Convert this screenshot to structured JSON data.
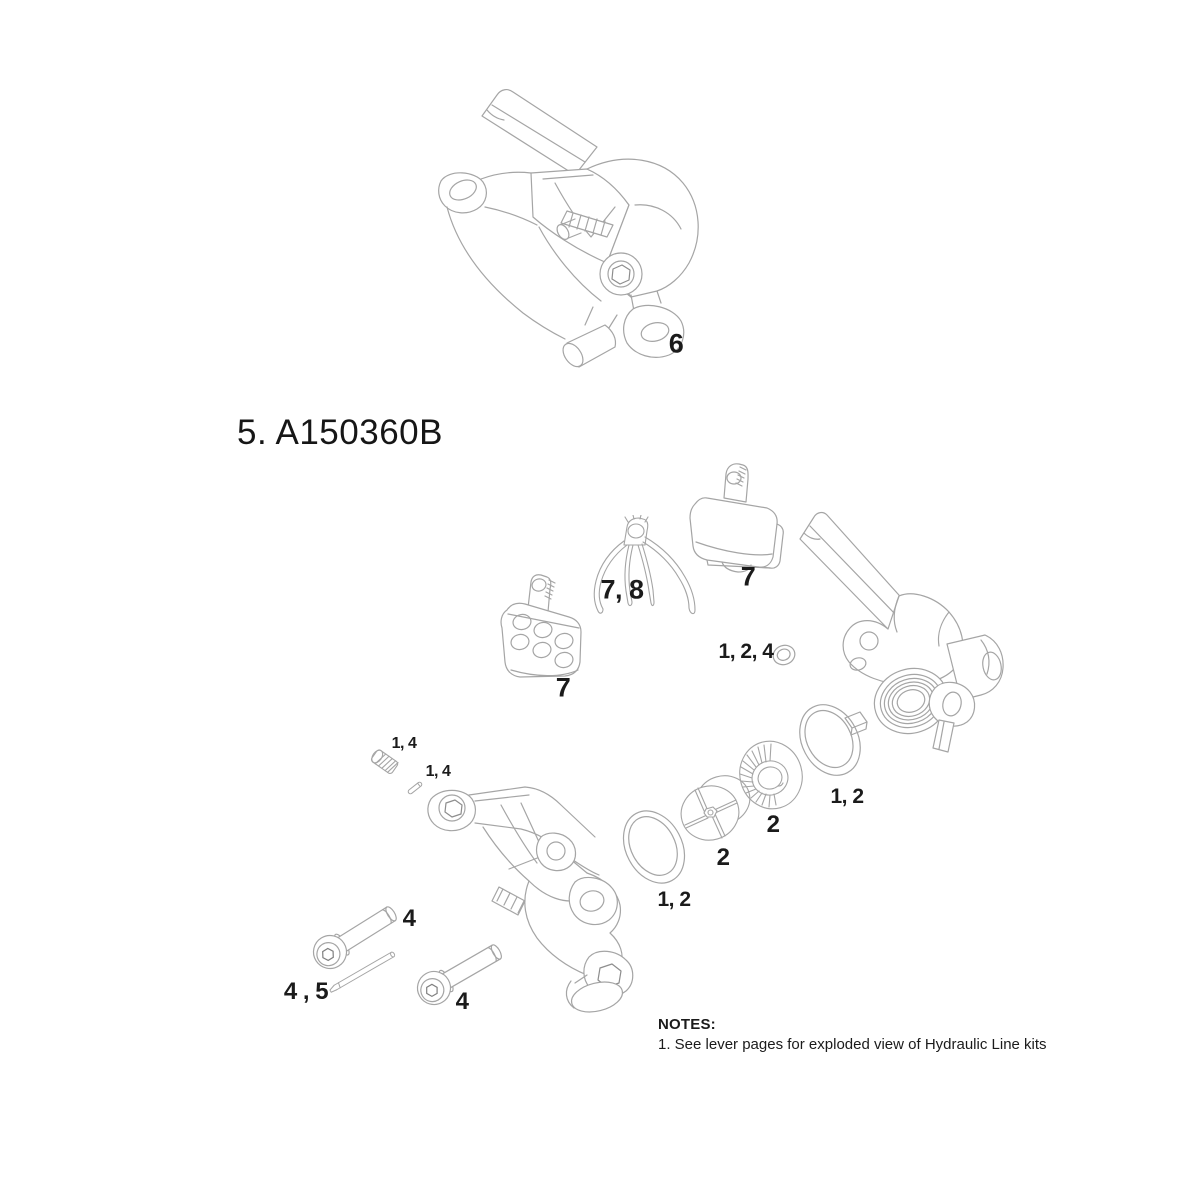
{
  "diagram": {
    "title": "5. A150360B",
    "callouts": {
      "caliper_assembly": "6",
      "pad_spring_clip": "7, 8",
      "brake_pad_right": "7",
      "brake_pad_left": "7",
      "bore_oring_small": "1, 2, 4",
      "piston_oring_right": "1, 2",
      "piston_ribbed": "2",
      "piston_smooth": "2",
      "piston_oring_left": "1, 2",
      "bleed_screw": "1, 4",
      "dowel_pin": "1, 4",
      "caliper_bolt_upper": "4",
      "pad_pin": "4 , 5",
      "caliper_bolt_lower": "4"
    },
    "notes": {
      "heading": "NOTES:",
      "items": [
        "1. See lever pages for exploded view of Hydraulic Line kits"
      ]
    },
    "colors": {
      "background": "#ffffff",
      "artwork_line": "#a5a5a5",
      "artwork_line_dark": "#8d8d8d",
      "text": "#1b1b1b"
    }
  }
}
